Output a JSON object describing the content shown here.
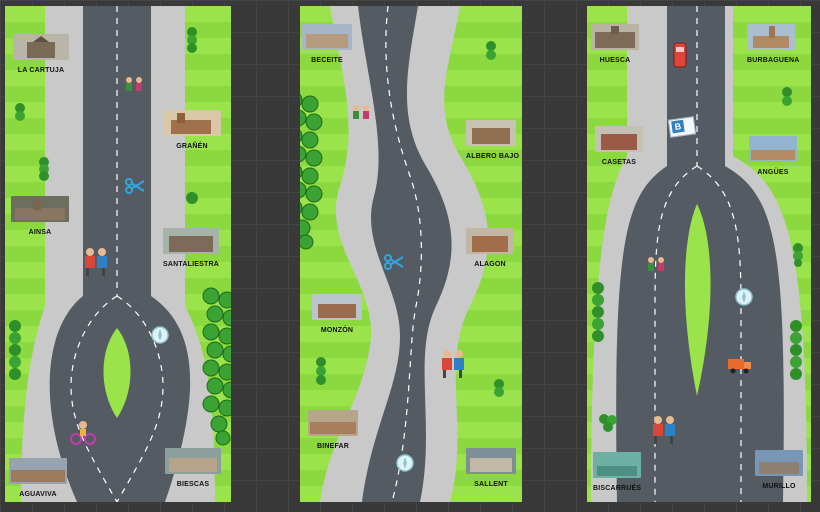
{
  "boards": [
    {
      "id": "board-1",
      "towns": [
        "LA CARTUJA",
        "GRAÑÉN",
        "AINSA",
        "SANTALIESTRA",
        "AGUAVIVA",
        "BIESCAS"
      ]
    },
    {
      "id": "board-2",
      "towns": [
        "BECEITE",
        "ALBERO BAJO",
        "ALAGON",
        "MONZÓN",
        "BINEFAR",
        "SALLENT"
      ]
    },
    {
      "id": "board-3",
      "towns": [
        "HUESCA",
        "BURBAGUENA",
        "CASETAS",
        "ANGÜES",
        "BISCARRUÉS",
        "MURILLO"
      ]
    }
  ],
  "bus_stop_letter": "B",
  "colors": {
    "grass_light": "#9be34a",
    "grass_dark": "#7fd23a",
    "sidewalk": "#c9c9c9",
    "road": "#555b63",
    "lane_mark": "#ffffff",
    "background": "#393939"
  }
}
